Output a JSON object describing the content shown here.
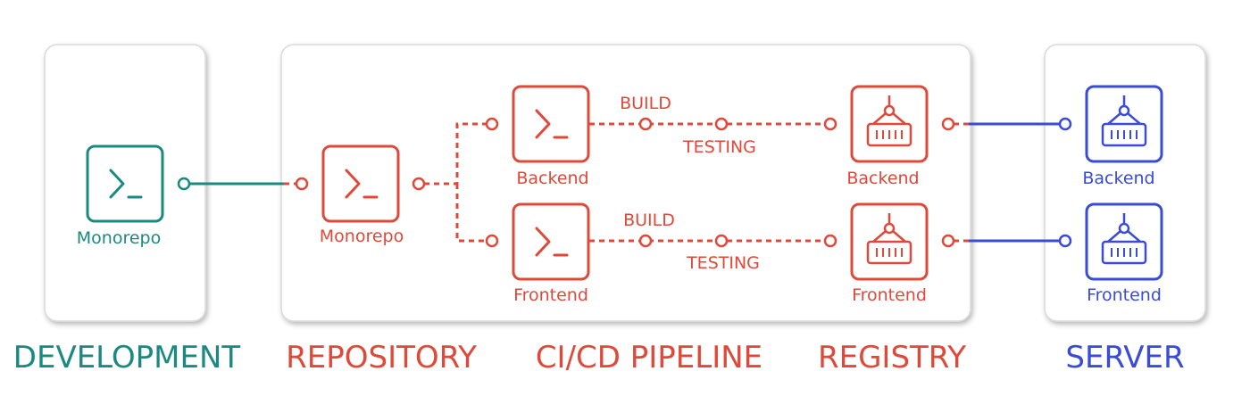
{
  "colors": {
    "teal": "#1a8a80",
    "red": "#e0493a",
    "blue": "#3a4bd8"
  },
  "stages": {
    "development": "DEVELOPMENT",
    "repository": "REPOSITORY",
    "pipeline": "CI/CD PIPELINE",
    "registry": "REGISTRY",
    "server": "SERVER"
  },
  "nodes": {
    "dev_monorepo": {
      "label": "Monorepo",
      "icon": "terminal-icon"
    },
    "repo_monorepo": {
      "label": "Monorepo",
      "icon": "terminal-icon"
    },
    "ci_backend": {
      "label": "Backend",
      "icon": "terminal-icon"
    },
    "ci_frontend": {
      "label": "Frontend",
      "icon": "terminal-icon"
    },
    "registry_backend": {
      "label": "Backend",
      "icon": "container-icon"
    },
    "registry_frontend": {
      "label": "Frontend",
      "icon": "container-icon"
    },
    "server_backend": {
      "label": "Backend",
      "icon": "container-icon"
    },
    "server_frontend": {
      "label": "Frontend",
      "icon": "container-icon"
    }
  },
  "steps": {
    "backend_build": "BUILD",
    "backend_testing": "TESTING",
    "frontend_build": "BUILD",
    "frontend_testing": "TESTING"
  }
}
